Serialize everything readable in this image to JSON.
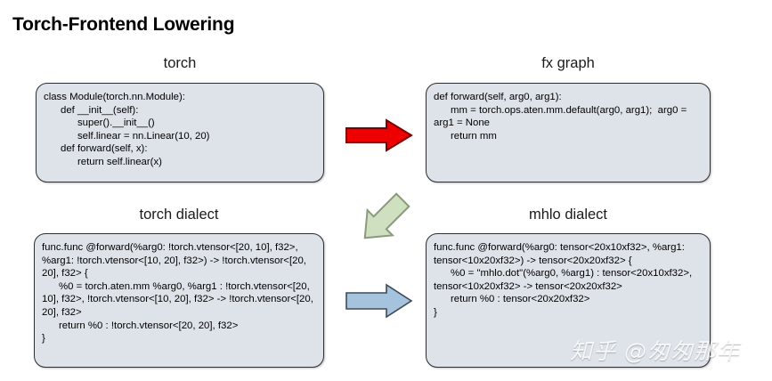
{
  "slide": {
    "title": "Torch-Frontend Lowering",
    "background_color": "#ffffff"
  },
  "panels": [
    {
      "id": "torch",
      "label": "torch",
      "code": "class Module(torch.nn.Module):\n      def __init__(self):\n            super().__init__()\n            self.linear = nn.Linear(10, 20)\n      def forward(self, x):\n            return self.linear(x)"
    },
    {
      "id": "fx-graph",
      "label": "fx graph",
      "code": "def forward(self, arg0, arg1):\n      mm = torch.ops.aten.mm.default(arg0, arg1);  arg0 = arg1 = None\n      return mm"
    },
    {
      "id": "torch-dialect",
      "label": "torch dialect",
      "code": "func.func @forward(%arg0: !torch.vtensor<[20, 10], f32>, %arg1: !torch.vtensor<[10, 20], f32>) -> !torch.vtensor<[20, 20], f32> {\n      %0 = torch.aten.mm %arg0, %arg1 : !torch.vtensor<[20, 10], f32>, !torch.vtensor<[10, 20], f32> -> !torch.vtensor<[20, 20], f32>\n      return %0 : !torch.vtensor<[20, 20], f32>\n}"
    },
    {
      "id": "mhlo-dialect",
      "label": "mhlo dialect",
      "code": "func.func @forward(%arg0: tensor<20x10xf32>, %arg1: tensor<10x20xf32>) -> tensor<20x20xf32> {\n      %0 = \"mhlo.dot\"(%arg0, %arg1) : tensor<20x10xf32>, tensor<10x20xf32> -> tensor<20x20xf32>\n      return %0 : tensor<20x20xf32>\n}"
    }
  ],
  "arrows": [
    {
      "id": "torch-to-fx",
      "direction": "right",
      "fill": "#ee0000",
      "stroke": "#7d0000"
    },
    {
      "id": "fx-to-torch-dialect",
      "direction": "down-left",
      "fill": "#cfe0c0",
      "stroke": "#8a9a7c"
    },
    {
      "id": "torch-dialect-to-mhlo",
      "direction": "right",
      "fill": "#a6c3dd",
      "stroke": "#3c4a58"
    }
  ],
  "watermark": {
    "text": "知乎 @匆匆那年"
  }
}
